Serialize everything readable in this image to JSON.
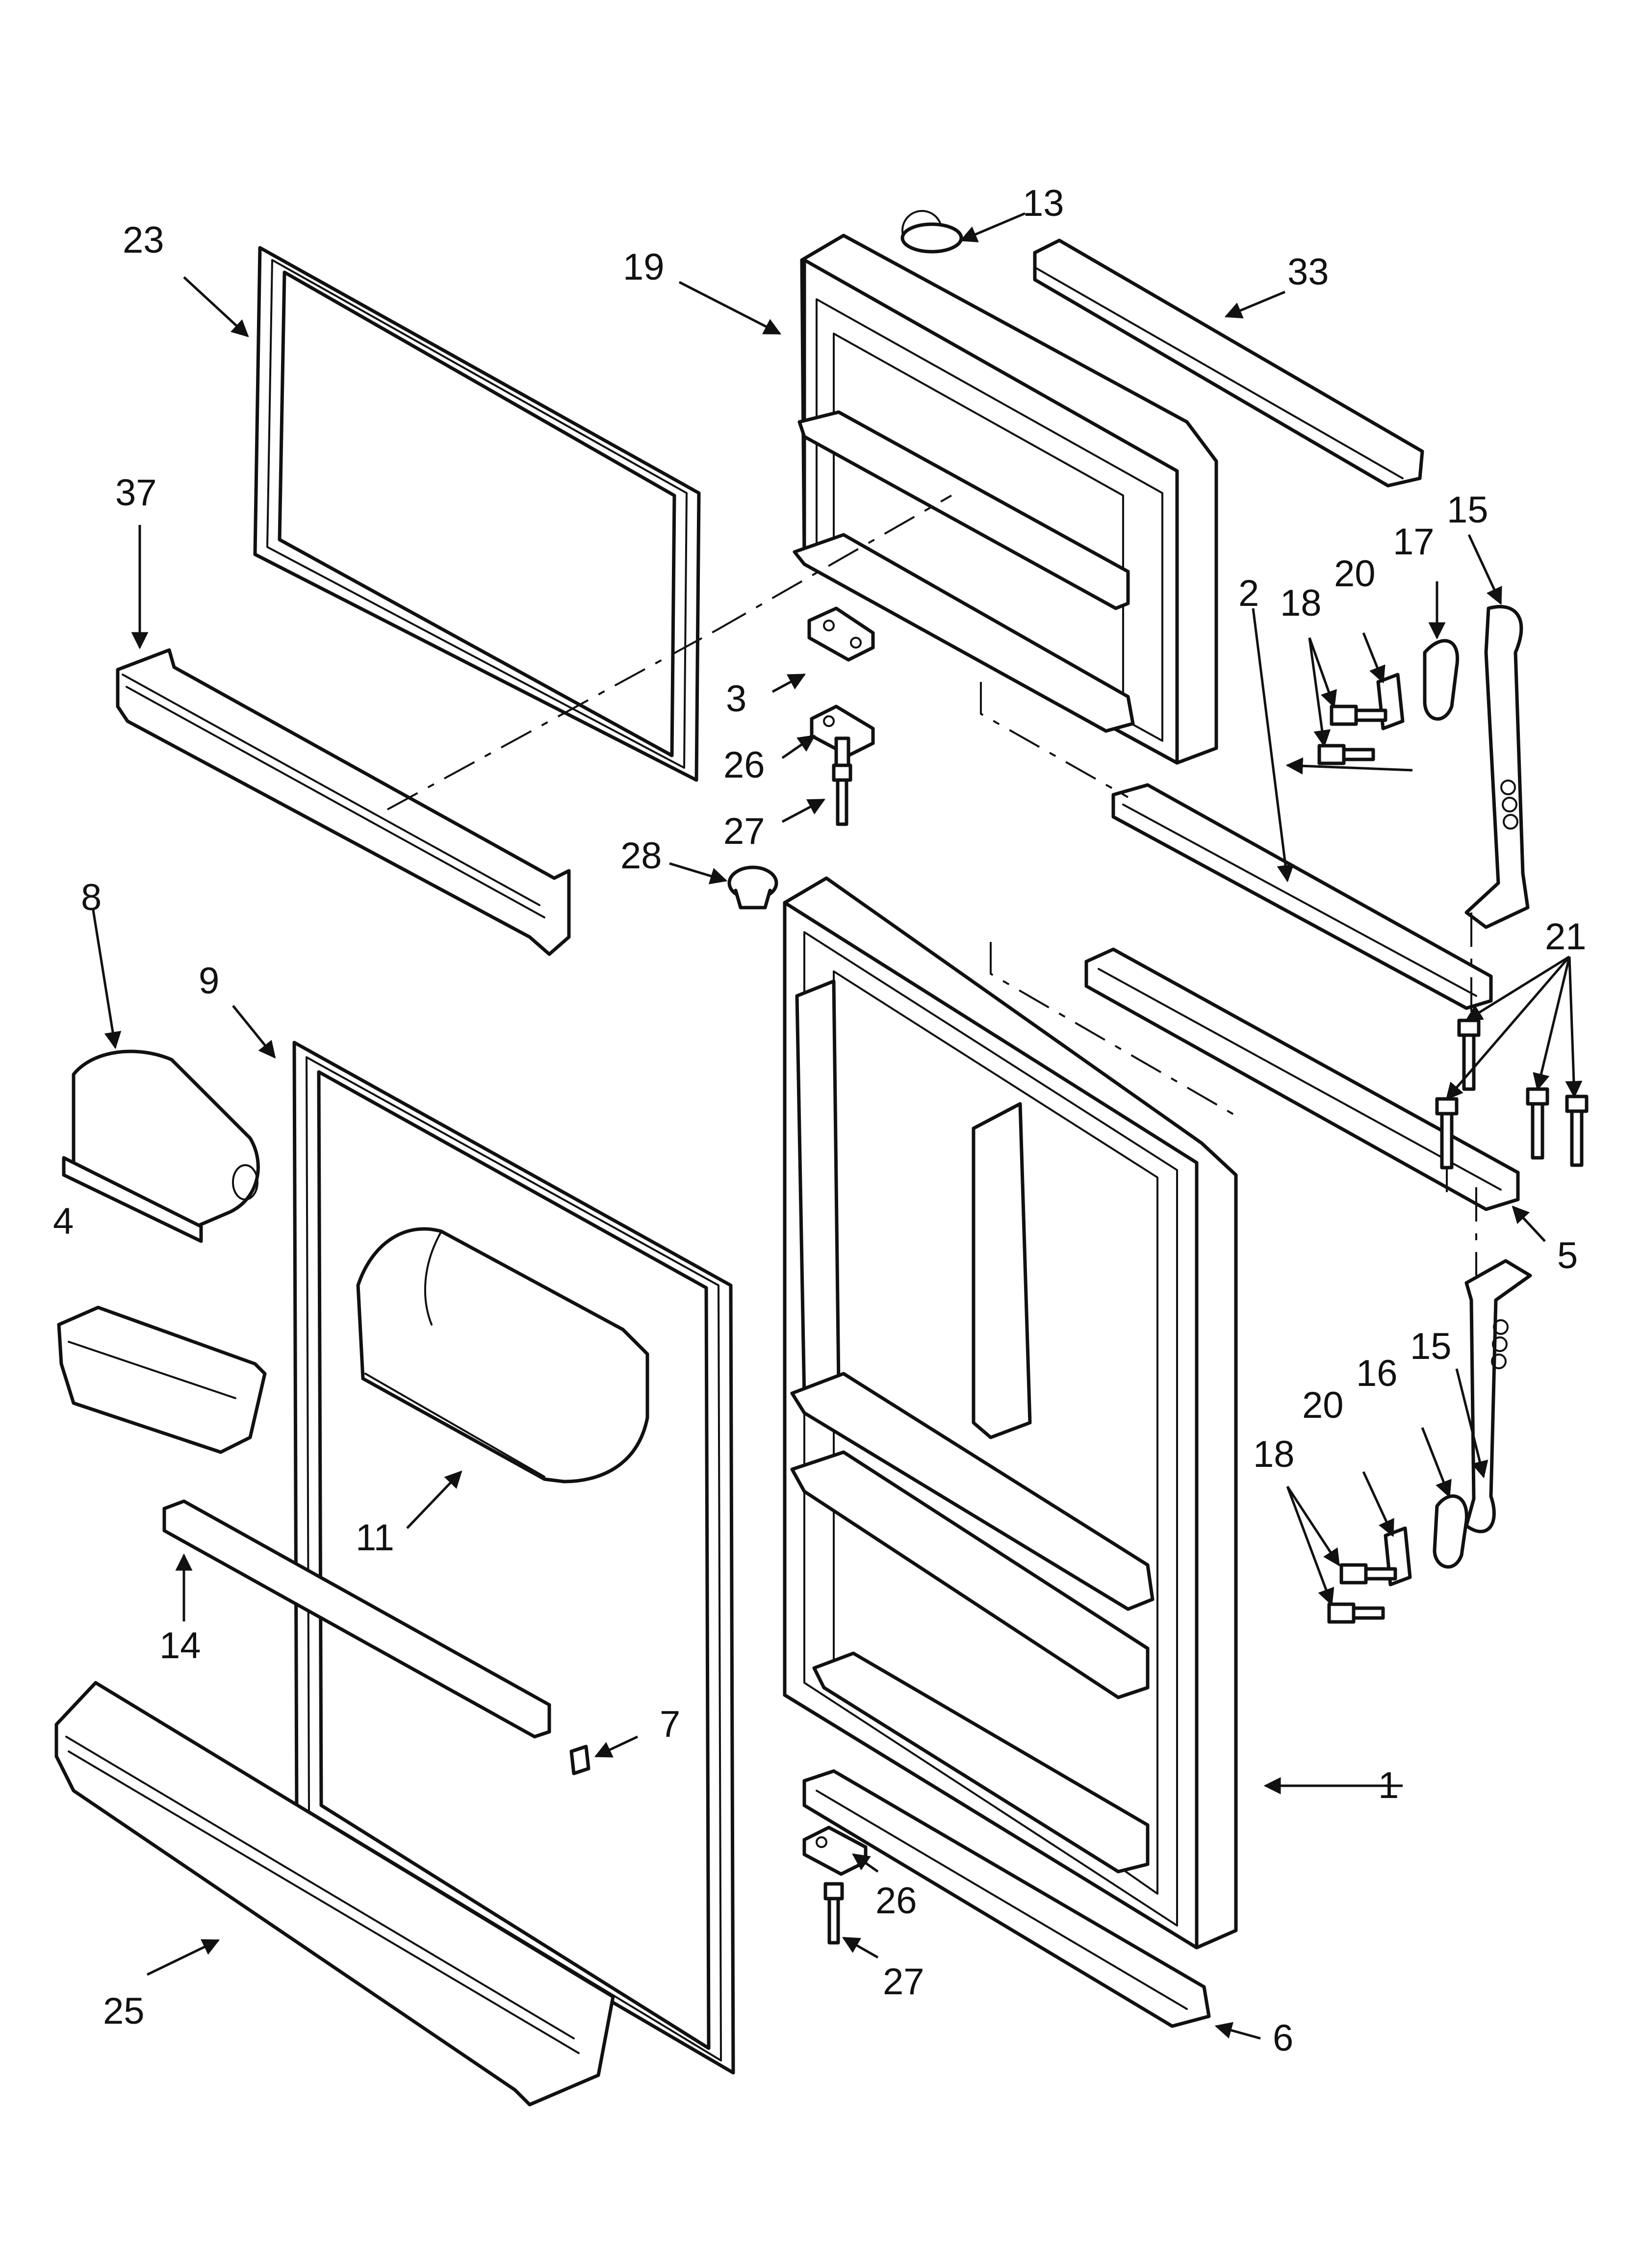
{
  "callouts": [
    {
      "id": "c1",
      "text": "1"
    },
    {
      "id": "c2",
      "text": "2"
    },
    {
      "id": "c3",
      "text": "3"
    },
    {
      "id": "c4",
      "text": "4"
    },
    {
      "id": "c5",
      "text": "5"
    },
    {
      "id": "c6",
      "text": "6"
    },
    {
      "id": "c7",
      "text": "7"
    },
    {
      "id": "c8",
      "text": "8"
    },
    {
      "id": "c9",
      "text": "9"
    },
    {
      "id": "c11",
      "text": "11"
    },
    {
      "id": "c13",
      "text": "13"
    },
    {
      "id": "c14",
      "text": "14"
    },
    {
      "id": "c15a",
      "text": "15"
    },
    {
      "id": "c15b",
      "text": "15"
    },
    {
      "id": "c16",
      "text": "16"
    },
    {
      "id": "c17",
      "text": "17"
    },
    {
      "id": "c18a",
      "text": "18"
    },
    {
      "id": "c18b",
      "text": "18"
    },
    {
      "id": "c19",
      "text": "19"
    },
    {
      "id": "c20a",
      "text": "20"
    },
    {
      "id": "c20b",
      "text": "20"
    },
    {
      "id": "c21",
      "text": "21"
    },
    {
      "id": "c23",
      "text": "23"
    },
    {
      "id": "c25",
      "text": "25"
    },
    {
      "id": "c26a",
      "text": "26"
    },
    {
      "id": "c26b",
      "text": "26"
    },
    {
      "id": "c27a",
      "text": "27"
    },
    {
      "id": "c27b",
      "text": "27"
    },
    {
      "id": "c28",
      "text": "28"
    },
    {
      "id": "c33",
      "text": "33"
    },
    {
      "id": "c37",
      "text": "37"
    }
  ]
}
